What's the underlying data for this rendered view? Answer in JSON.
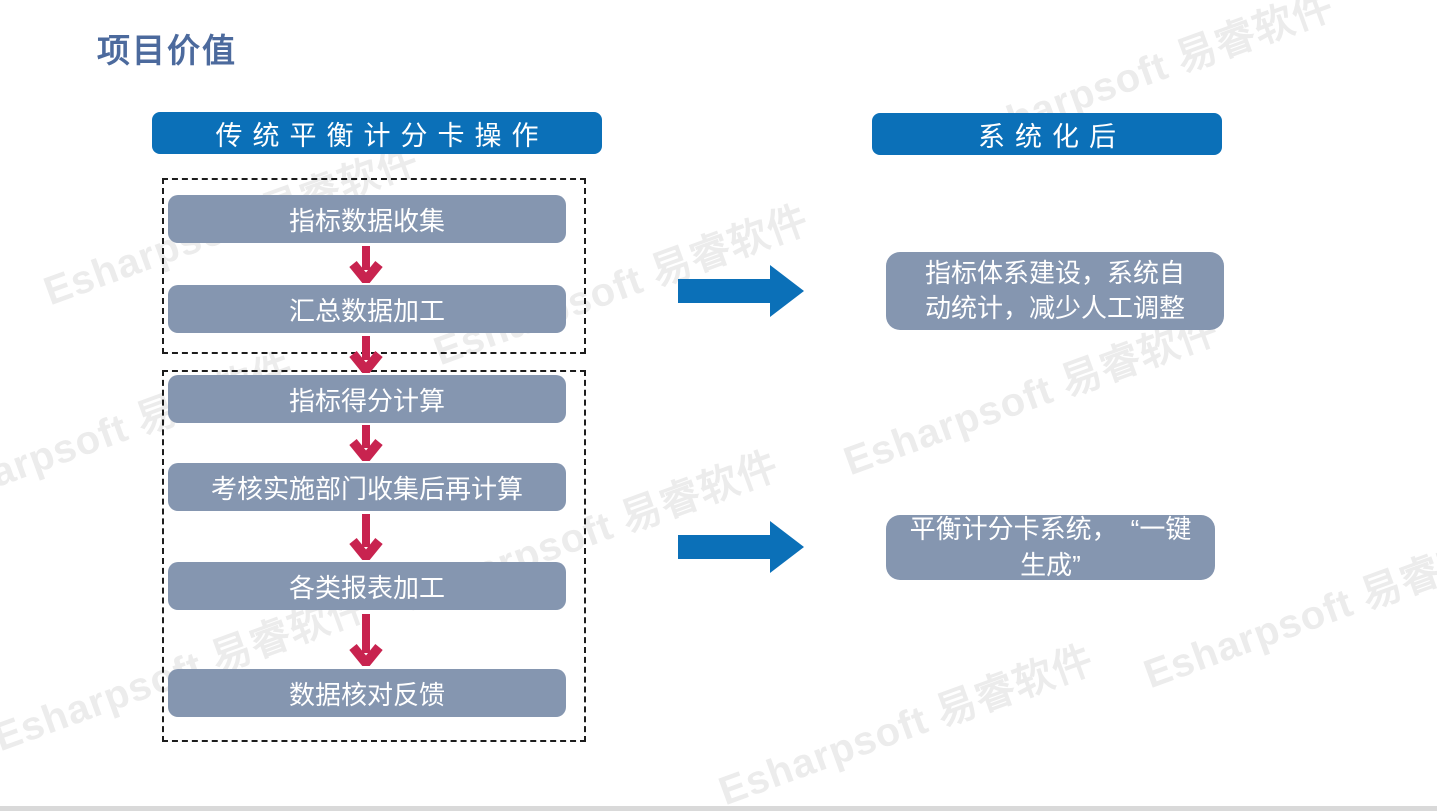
{
  "title": "项目价值",
  "watermark": {
    "text": "Esharpsoft 易睿软件",
    "color": "#ececec"
  },
  "left_panel": {
    "header": "传统平衡计分卡操作",
    "groups": [
      {
        "steps": [
          "指标数据收集",
          "汇总数据加工"
        ]
      },
      {
        "steps": [
          "指标得分计算",
          "考核实施部门收集后再计算",
          "各类报表加工",
          "数据核对反馈"
        ]
      }
    ]
  },
  "right_panel": {
    "header": "系统化后",
    "results": [
      "指标体系建设，系统自动统计，减少人工调整",
      "平衡计分卡系统，　“一键生成”"
    ]
  },
  "colors": {
    "accent_blue": "#0b70b8",
    "box_gray": "#8596b0",
    "arrow_red": "#c8234f",
    "title_blue": "#4c6a9d",
    "watermark_gray": "#ececec"
  }
}
